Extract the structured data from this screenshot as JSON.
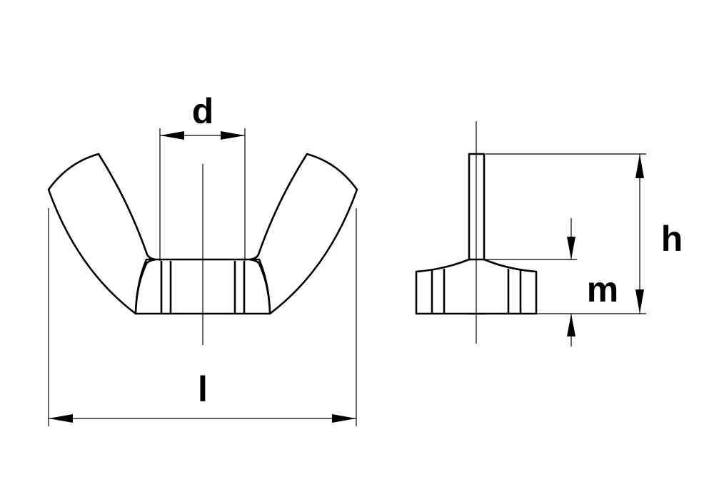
{
  "dimensions": {
    "d": "d",
    "l": "l",
    "h": "h",
    "m": "m"
  }
}
